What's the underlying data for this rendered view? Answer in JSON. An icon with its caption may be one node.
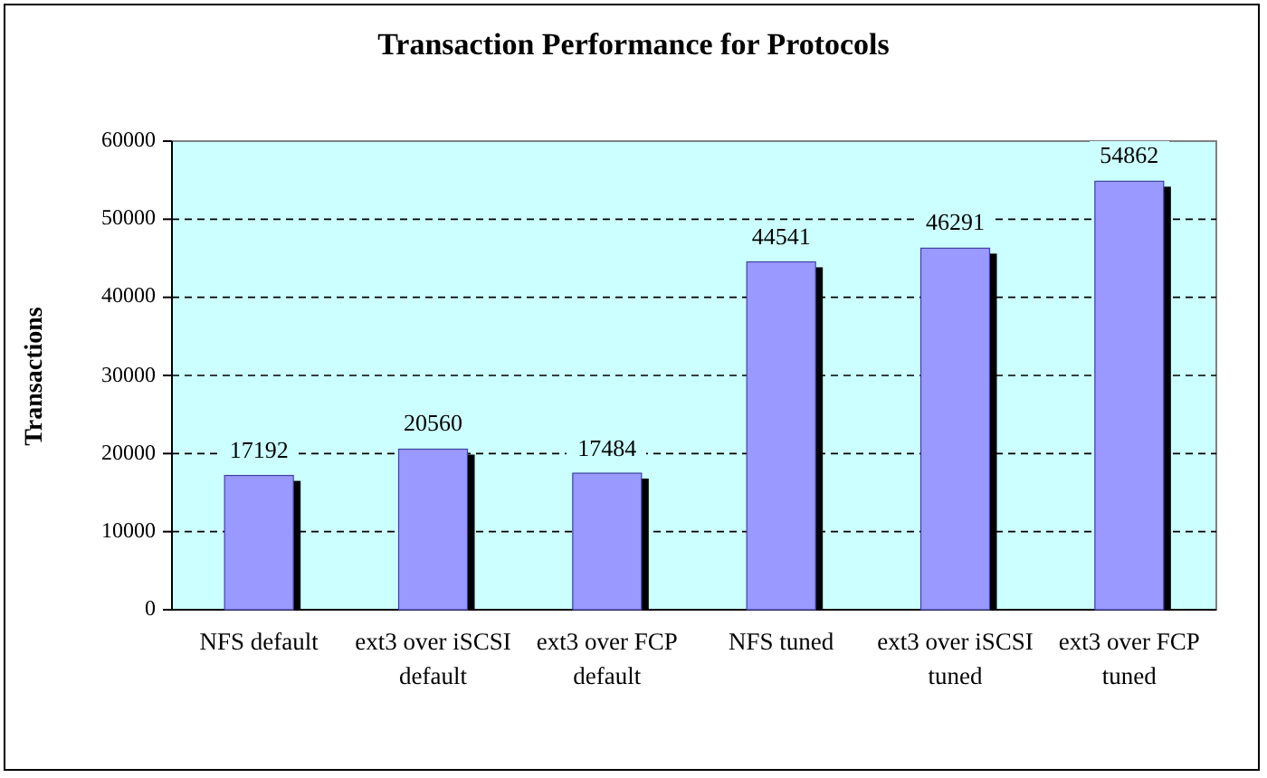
{
  "diagram": {
    "title": "Transaction Performance for Protocols",
    "chart_data": {
      "type": "bar",
      "ylabel": "Transactions",
      "categories": [
        "NFS default",
        "ext3 over iSCSI default",
        "ext3 over FCP default",
        "NFS tuned",
        "ext3 over iSCSI tuned",
        "ext3 over FCP tuned"
      ],
      "series": [
        {
          "color": "#9999ff",
          "values": [
            17192,
            20560,
            17484,
            44541,
            46291,
            54862
          ]
        }
      ],
      "ylim": [
        0,
        60000
      ],
      "yticks": [
        0,
        10000,
        20000,
        30000,
        40000,
        50000,
        60000
      ],
      "grid": true,
      "data_labels": true
    }
  }
}
